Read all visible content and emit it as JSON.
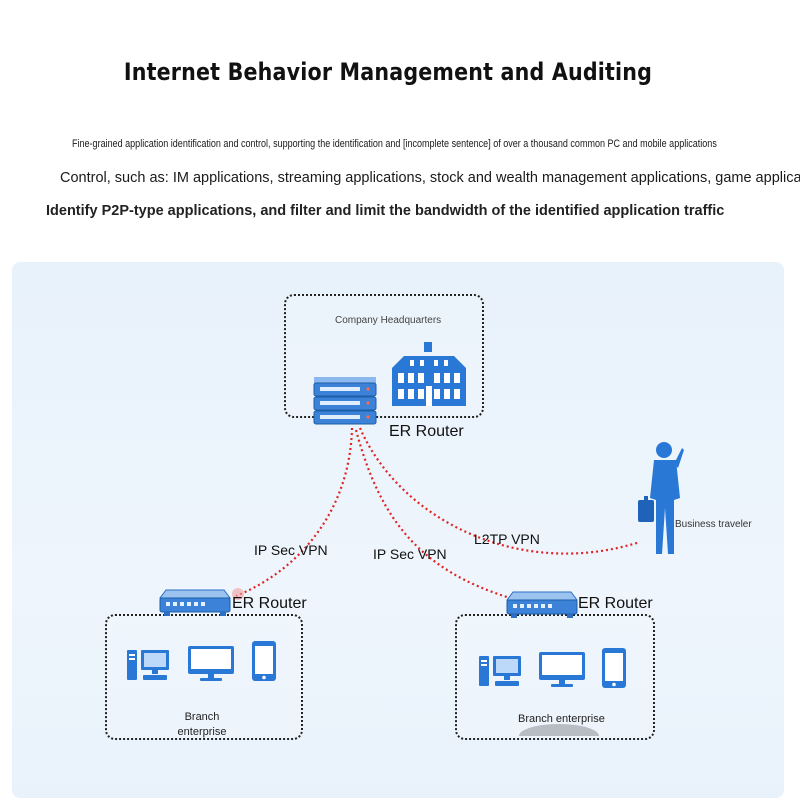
{
  "title": "Internet Behavior Management and Auditing",
  "description": {
    "line1": "Fine-grained application identification and control, supporting the identification and [incomplete sentence] of over a thousand common PC and mobile applications",
    "line2": "Control, such as: IM applications, streaming applications, stock and wealth management applications, game applications,",
    "line3": "Identify P2P-type applications, and filter and limit the bandwidth of the identified application traffic"
  },
  "diagram": {
    "headquarters": {
      "label": "Company Headquarters",
      "router_label": "ER Router"
    },
    "branch_left": {
      "label_line1": "Branch",
      "label_line2": "enterprise",
      "router_label": "ER Router"
    },
    "branch_right": {
      "label": "Branch enterprise",
      "router_label": "ER Router"
    },
    "traveler": {
      "label": "Business traveler"
    },
    "links": {
      "left": "IP Sec VPN",
      "middle": "IP Sec VPN",
      "right": "L2TP VPN"
    },
    "colors": {
      "vpn_line": "#e02424",
      "device_blue": "#2a78d6",
      "panel_bg": "#e8f2fb"
    }
  }
}
